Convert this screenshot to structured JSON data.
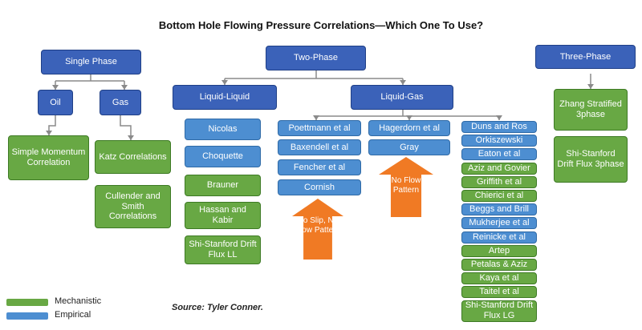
{
  "title": "Bottom Hole Flowing Pressure Correlations—Which One To Use?",
  "colors": {
    "mechanistic": "#68a844",
    "empirical": "#4d8ed1",
    "category": "#3b62b9",
    "arrow": "#f07a24",
    "connector": "#8a8a8a"
  },
  "categories": {
    "single_phase": "Single Phase",
    "two_phase": "Two-Phase",
    "three_phase": "Three-Phase"
  },
  "single_phase": {
    "oil": {
      "label": "Oil",
      "correlations": [
        {
          "label": "Simple Momentum Correlation",
          "kind": "mechanistic"
        }
      ]
    },
    "gas": {
      "label": "Gas",
      "correlations": [
        {
          "label": "Katz Correlations",
          "kind": "mechanistic"
        },
        {
          "label": "Cullender and Smith Correlations",
          "kind": "mechanistic"
        }
      ]
    }
  },
  "two_phase": {
    "liquid_liquid": {
      "label": "Liquid-Liquid",
      "correlations": [
        {
          "label": "Nicolas",
          "kind": "empirical"
        },
        {
          "label": "Choquette",
          "kind": "empirical"
        },
        {
          "label": "Brauner",
          "kind": "mechanistic"
        },
        {
          "label": "Hassan and Kabir",
          "kind": "mechanistic"
        },
        {
          "label": "Shi-Stanford Drift Flux LL",
          "kind": "mechanistic"
        }
      ]
    },
    "liquid_gas": {
      "label": "Liquid-Gas",
      "group1": {
        "correlations": [
          {
            "label": "Poettmann et al",
            "kind": "empirical"
          },
          {
            "label": "Baxendell et al",
            "kind": "empirical"
          },
          {
            "label": "Fencher et al",
            "kind": "empirical"
          },
          {
            "label": "Cornish",
            "kind": "empirical"
          }
        ],
        "note": "No Slip, No Flow Pattern"
      },
      "group2": {
        "correlations": [
          {
            "label": "Hagerdorn et al",
            "kind": "empirical"
          },
          {
            "label": "Gray",
            "kind": "empirical"
          }
        ],
        "note": "No Flow Pattern"
      },
      "group3": {
        "correlations": [
          {
            "label": "Duns and Ros",
            "kind": "empirical"
          },
          {
            "label": "Orkiszewski",
            "kind": "empirical"
          },
          {
            "label": "Eaton et al",
            "kind": "empirical"
          },
          {
            "label": "Aziz and Govier",
            "kind": "mechanistic"
          },
          {
            "label": "Griffith et al",
            "kind": "mechanistic"
          },
          {
            "label": "Chierici et al",
            "kind": "mechanistic"
          },
          {
            "label": "Beggs and Brill",
            "kind": "empirical"
          },
          {
            "label": "Mukherjee et al",
            "kind": "empirical"
          },
          {
            "label": "Reinicke et al",
            "kind": "empirical"
          },
          {
            "label": "Artep",
            "kind": "mechanistic"
          },
          {
            "label": "Petalas & Aziz",
            "kind": "mechanistic"
          },
          {
            "label": "Kaya et al",
            "kind": "mechanistic"
          },
          {
            "label": "Taitel et al",
            "kind": "mechanistic"
          },
          {
            "label": "Shi-Stanford Drift Flux LG",
            "kind": "mechanistic"
          }
        ]
      }
    }
  },
  "three_phase": {
    "correlations": [
      {
        "label": "Zhang Stratified 3phase",
        "kind": "mechanistic"
      },
      {
        "label": "Shi-Stanford Drift Flux 3phase",
        "kind": "mechanistic"
      }
    ]
  },
  "legend": [
    {
      "label": "Mechanistic",
      "kind": "mechanistic"
    },
    {
      "label": "Empirical",
      "kind": "empirical"
    }
  ],
  "source": "Source: Tyler Conner."
}
